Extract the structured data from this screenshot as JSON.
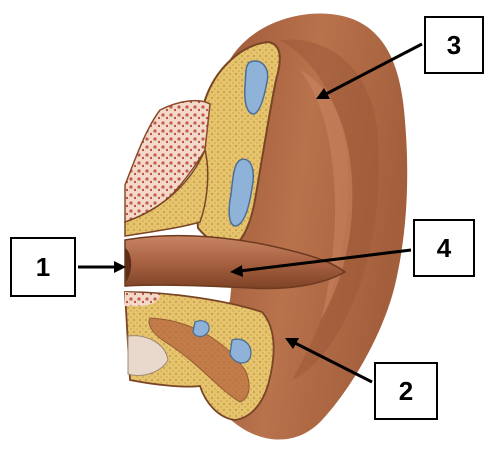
{
  "labels": {
    "l1": "1",
    "l2": "2",
    "l3": "3",
    "l4": "4"
  },
  "colors": {
    "skin": "#b06a46",
    "skin_dark": "#8a4a2c",
    "skin_light": "#c98560",
    "cartilage": "#e3c26a",
    "cartilage_dots": "#b9903a",
    "fluid": "#8fb3d8",
    "flesh": "#e8b8a6",
    "pink_tissue": "#d97f74"
  }
}
